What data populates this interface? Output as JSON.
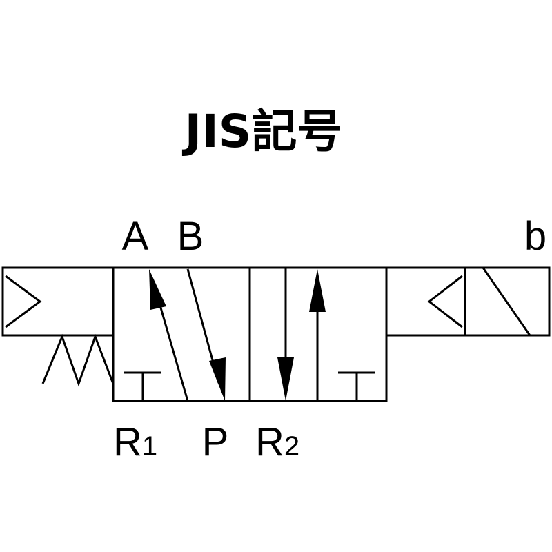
{
  "title": "JIS記号",
  "ports": {
    "a": "A",
    "b_port": "B",
    "solenoid_b": "b",
    "p": "P",
    "r1_main": "R",
    "r1_sub": "1",
    "r2_main": "R",
    "r2_sub": "2"
  },
  "colors": {
    "line": "#000000",
    "background": "#ffffff"
  }
}
